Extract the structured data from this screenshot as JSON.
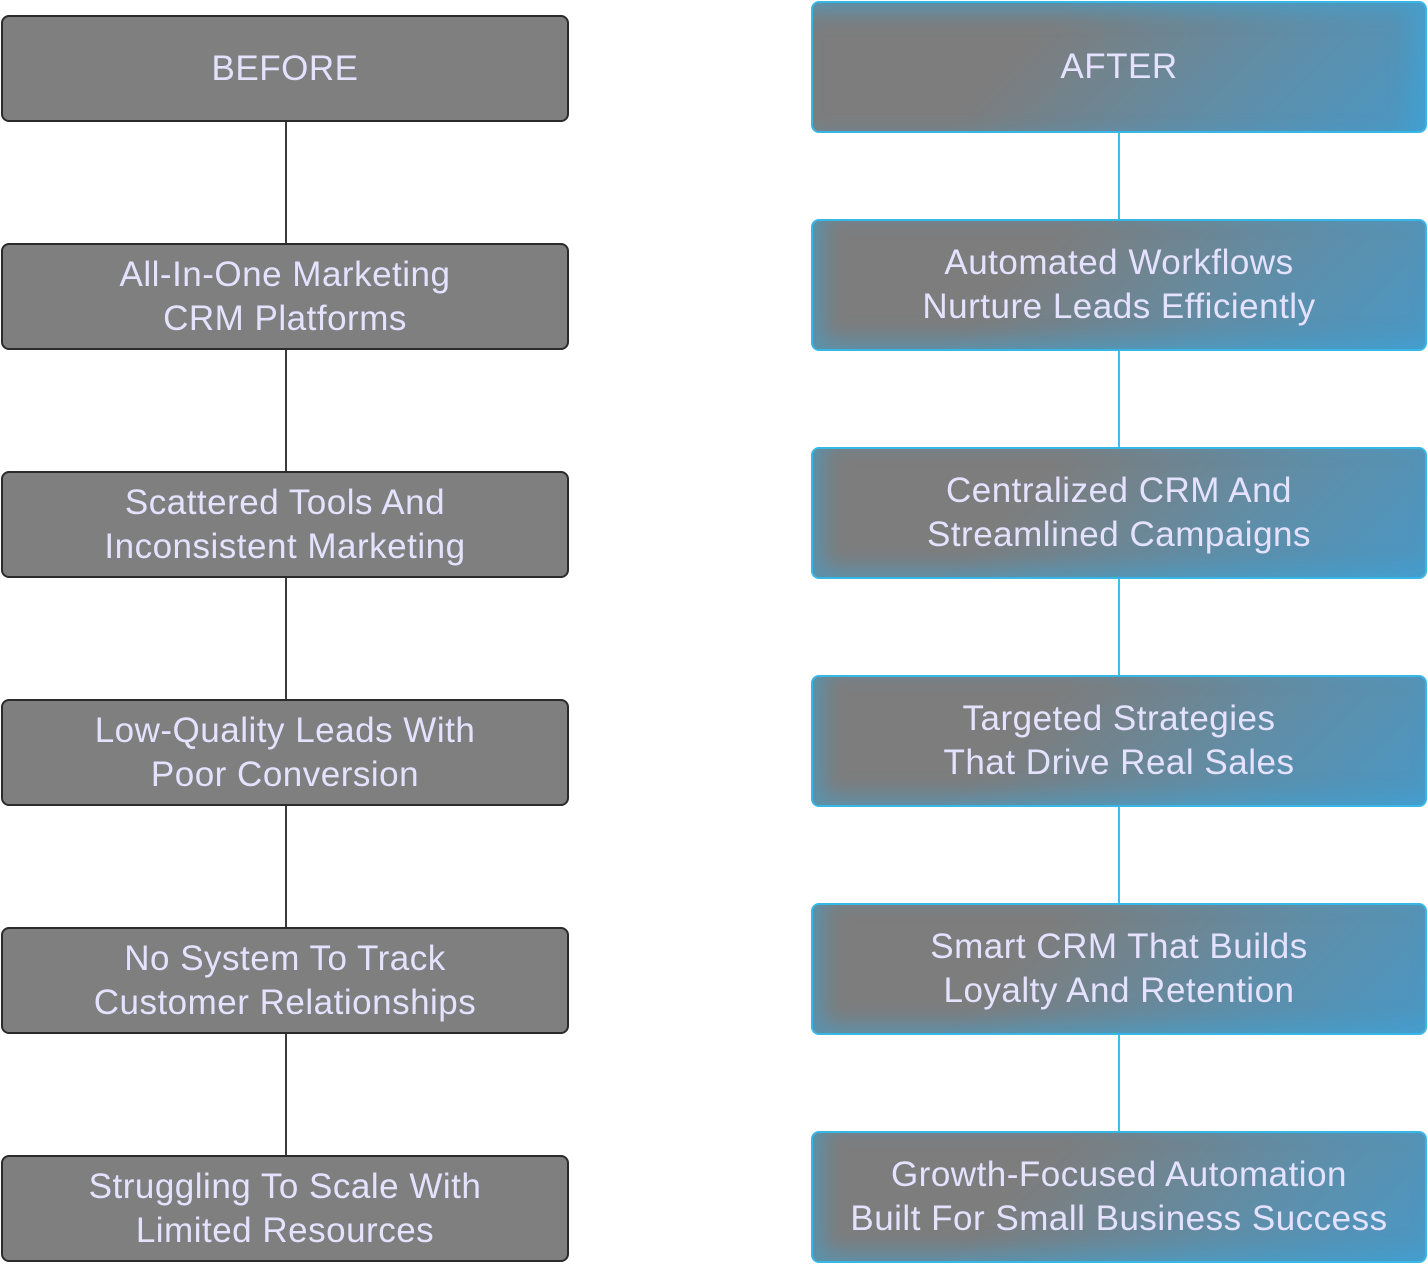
{
  "colors": {
    "before_fill": "#7f7f7f",
    "before_border": "#2b2b2b",
    "after_fill": "#7d7d7d",
    "after_accent": "#4a98c6",
    "after_border": "#36b7e6",
    "text": "#e4e2ff"
  },
  "before": {
    "title": "BEFORE",
    "items": [
      {
        "label": "All-In-One Marketing\nCRM Platforms"
      },
      {
        "label": "Scattered Tools And\nInconsistent Marketing"
      },
      {
        "label": "Low-Quality Leads With\nPoor Conversion"
      },
      {
        "label": "No System To Track\nCustomer Relationships"
      },
      {
        "label": "Struggling To Scale With\nLimited Resources"
      }
    ]
  },
  "after": {
    "title": "AFTER",
    "items": [
      {
        "label": "Automated Workflows\nNurture Leads Efficiently"
      },
      {
        "label": "Centralized CRM And\nStreamlined Campaigns"
      },
      {
        "label": "Targeted Strategies\nThat Drive Real Sales"
      },
      {
        "label": "Smart CRM That Builds\nLoyalty And Retention"
      },
      {
        "label": "Growth-Focused Automation\nBuilt For Small Business Success"
      }
    ]
  }
}
